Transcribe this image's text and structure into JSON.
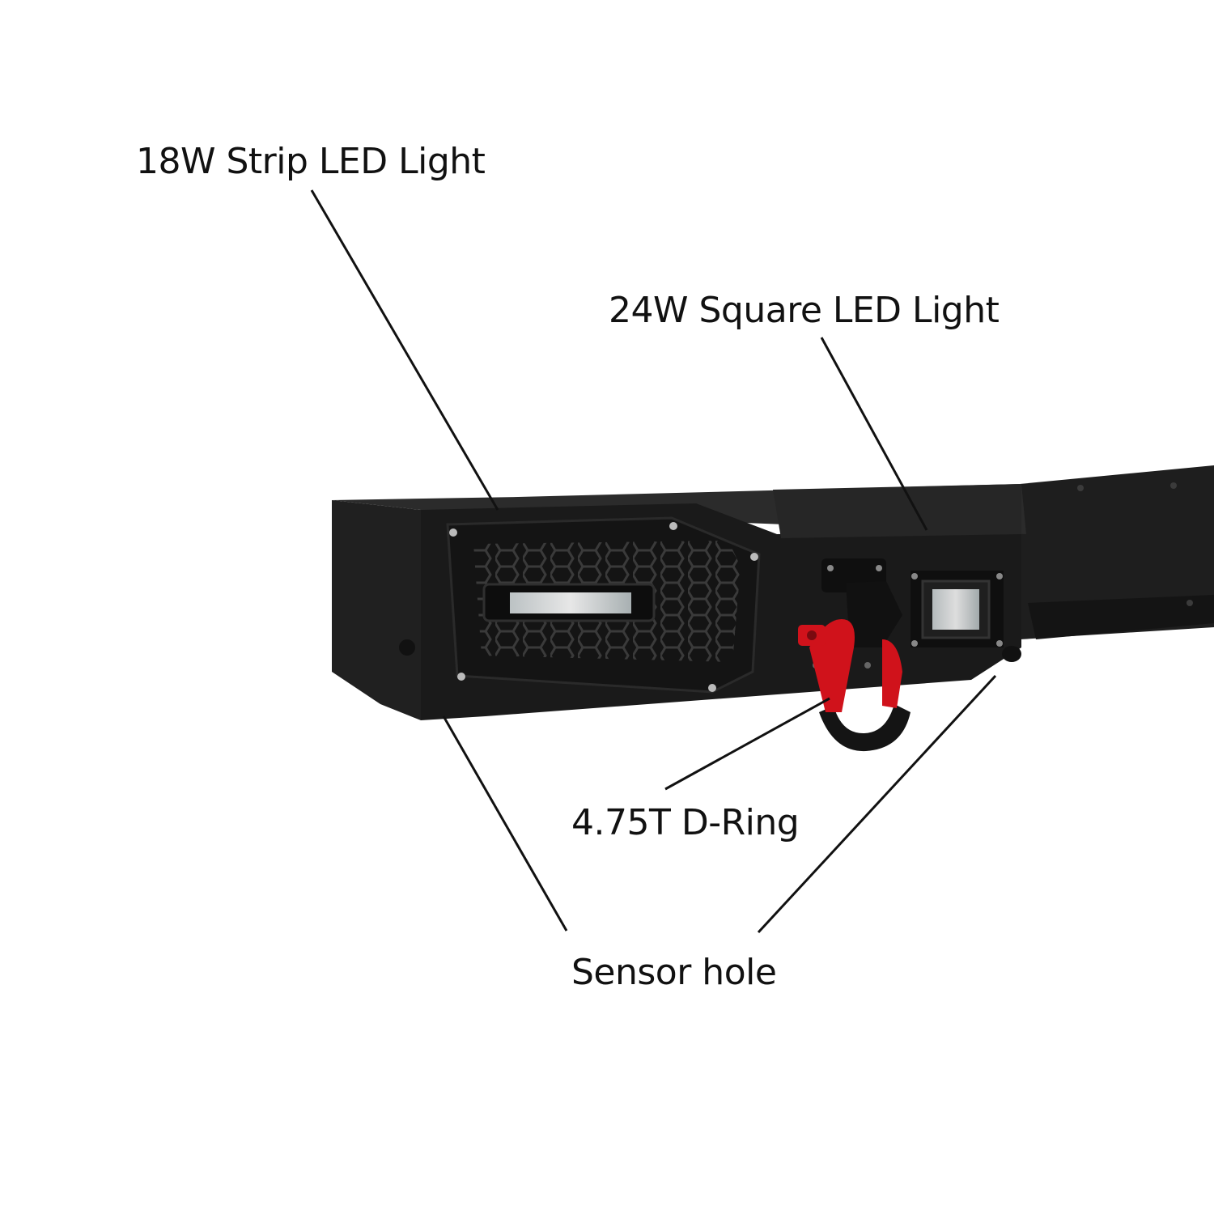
{
  "callouts": {
    "strip_led": "18W Strip LED Light",
    "square_led": "24W Square LED Light",
    "d_ring": "4.75T D-Ring",
    "sensor_hole": "Sensor hole"
  },
  "colors": {
    "background": "#ffffff",
    "bumper_body": "#1c1c1c",
    "bumper_top": "#2a2a2a",
    "shackle": "#d0121b",
    "leader_line": "#111111"
  }
}
